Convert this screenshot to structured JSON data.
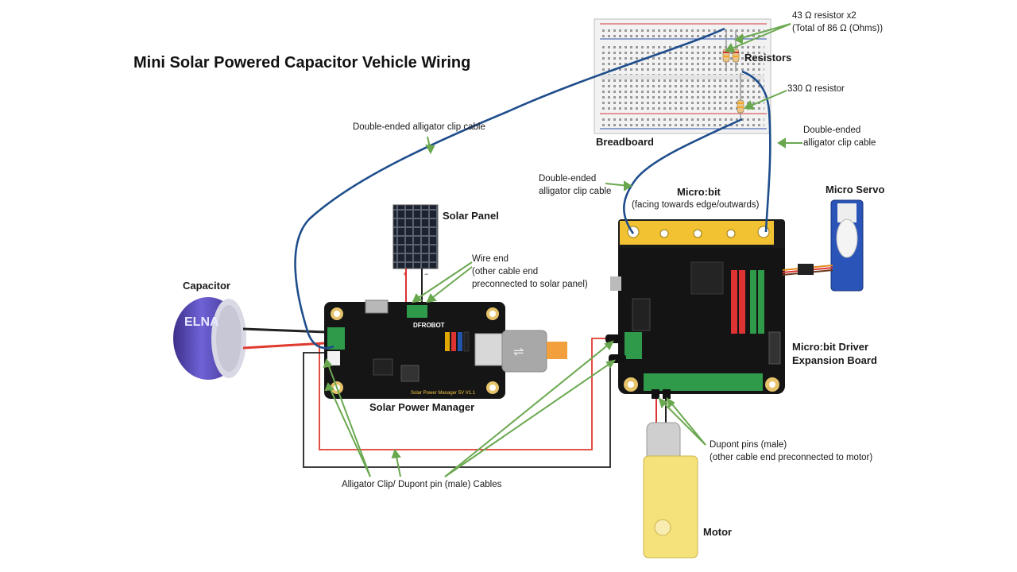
{
  "title": "Mini Solar Powered Capacitor Vehicle Wiring",
  "labels": {
    "resistor43_line1": "43 Ω resistor x2",
    "resistor43_line2": "(Total of 86 Ω (Ohms))",
    "resistors": "Resistors",
    "resistor330": "330 Ω resistor",
    "breadboard": "Breadboard",
    "alligator_top": "Double-ended alligator clip cable",
    "alligator_right_line1": "Double-ended",
    "alligator_right_line2": "alligator clip cable",
    "alligator_mid_line1": "Double-ended",
    "alligator_mid_line2": "alligator clip cable",
    "microbit": "Micro:bit",
    "microbit_note": "(facing towards edge/outwards)",
    "micro_servo": "Micro Servo",
    "solar_panel": "Solar Panel",
    "wire_end_line1": "Wire end",
    "wire_end_line2": "(other cable end",
    "wire_end_line3": "preconnected to solar panel)",
    "capacitor": "Capacitor",
    "solar_power_manager": "Solar Power Manager",
    "driver_line1": "Micro:bit Driver",
    "driver_line2": "Expansion Board",
    "dupont_line1": "Dupont pins (male)",
    "dupont_line2": "(other cable end preconnected to motor)",
    "alligator_dupont": "Alligator Clip/ Dupont pin (male) Cables",
    "motor": "Motor"
  },
  "components": {
    "capacitor_print": "ELNA",
    "manager_brand": "DFROBOT",
    "manager_model": "Solar Power Manager 5V V1.1"
  },
  "colors": {
    "blue_wire": "#1f4e8c",
    "green_arrow": "#6aa84f",
    "red_wire": "#e03a2f",
    "black_wire": "#222222",
    "board_black": "#151515",
    "microbit_gold": "#f2c232",
    "capacitor_purple": "#6a5acd",
    "motor_yellow": "#f5e27a"
  }
}
